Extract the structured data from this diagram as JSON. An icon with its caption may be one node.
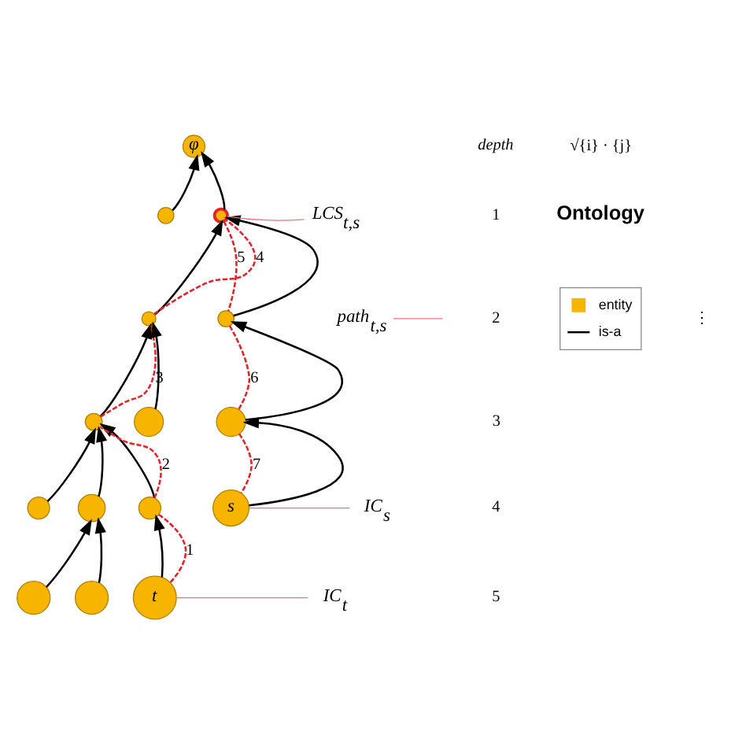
{
  "diagram": {
    "nodes": [
      {
        "text": [
          "φ"
        ]
      },
      {
        "text": [],
        "shape": "circle"
      },
      {
        "text": [],
        "shape": "circle"
      },
      {
        "text": [],
        "shape": "circle"
      },
      {
        "text": [],
        "shape": "circle"
      },
      {
        "text": [],
        "shape": "circle"
      },
      {
        "text": [],
        "shape": "circle"
      },
      {
        "text": [],
        "shape": "circle"
      },
      {
        "text": [],
        "shape": "circle"
      },
      {
        "text": [],
        "shape": "circle"
      },
      {
        "text": [],
        "shape": "circle"
      },
      {
        "text": [
          "s"
        ]
      },
      {
        "text": [],
        "shape": "circle"
      },
      {
        "text": [],
        "shape": "circle"
      },
      {
        "text": [
          "t"
        ]
      },
      {
        "text": [
          "LCS$_{t,s}$"
        ]
      },
      {
        "text": [
          "path$_{t,s}$"
        ]
      },
      {
        "text": [
          "IC$_{t}$"
        ]
      },
      {
        "text": [
          "IC$_{s}$"
        ]
      }
    ],
    "edges": [
      {
        "from": 1,
        "to": 0,
        "arrow": "to"
      },
      {
        "from": 2,
        "to": 0,
        "arrow": "to"
      },
      {
        "from": 3,
        "to": 2,
        "arrow": "to"
      },
      {
        "from": 4,
        "to": 2,
        "arrow": "to"
      },
      {
        "from": 5,
        "to": 3,
        "arrow": "to"
      },
      {
        "from": 6,
        "to": 3,
        "arrow": "to"
      },
      {
        "from": 7,
        "to": 4,
        "arrow": "to"
      },
      {
        "from": 8,
        "to": 5,
        "arrow": "to"
      },
      {
        "from": 9,
        "to": 5,
        "arrow": "to"
      },
      {
        "from": 10,
        "to": 5,
        "arrow": "to"
      },
      {
        "from": 11,
        "to": 7,
        "arrow": "to"
      },
      {
        "from": 12,
        "to": 9,
        "arrow": "to"
      },
      {
        "from": 13,
        "to": 9,
        "arrow": "to"
      },
      {
        "from": 14,
        "to": 10,
        "arrow": "to"
      },
      {
        "from": 14,
        "to": 10,
        "arrow": "none",
        "label": "1",
        "style": "dashed",
        "color": "#e8202a"
      },
      {
        "from": 10,
        "to": 5,
        "arrow": "none",
        "label": "2",
        "style": "dashed",
        "color": "#e8202a"
      },
      {
        "from": 5,
        "to": 3,
        "arrow": "none",
        "label": "3",
        "style": "dashed",
        "color": "#e8202a"
      },
      {
        "from": 3,
        "to": 2,
        "arrow": "none",
        "label": "4",
        "style": "dashed",
        "color": "#e8202a"
      },
      {
        "from": 2,
        "to": 4,
        "arrow": "none",
        "label": "5",
        "style": "dashed",
        "color": "#e8202a"
      },
      {
        "from": 4,
        "to": 7,
        "arrow": "none",
        "label": "6",
        "style": "dashed",
        "color": "#e8202a"
      },
      {
        "from": 7,
        "to": 11,
        "arrow": "none",
        "label": "7",
        "style": "dashed",
        "color": "#e8202a"
      },
      {
        "from": 15,
        "to": 2,
        "arrow": "none",
        "color": "#f07080"
      },
      {
        "from": 16,
        "to": null,
        "arrow": "none",
        "color": "#f07080"
      },
      {
        "from": 17,
        "to": 14,
        "arrow": "none",
        "color": "#f07080"
      },
      {
        "from": 18,
        "to": 11,
        "arrow": "none",
        "color": "#f07080"
      }
    ],
    "labels": [
      "√{i} · {j}",
      "Ontology",
      "depth",
      "1",
      "⋮",
      "2",
      "3",
      "4",
      "5"
    ],
    "legend": [
      {
        "text": "entity",
        "color": "#f7b500"
      },
      {
        "text": "is-a"
      }
    ]
  }
}
